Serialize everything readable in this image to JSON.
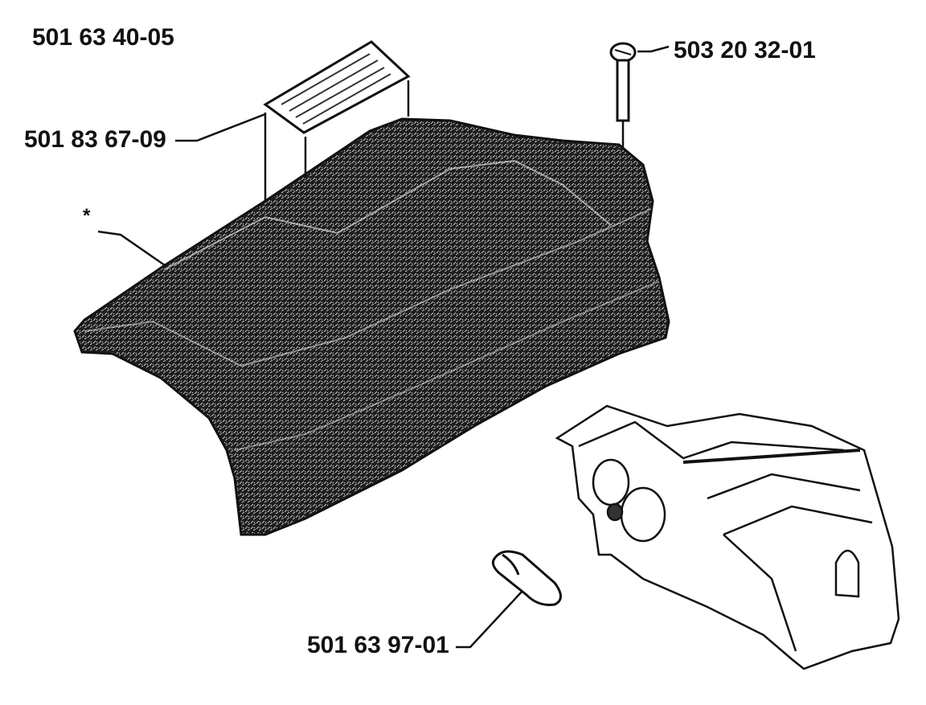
{
  "labels": {
    "assembly_part": "501 63 40-05",
    "decal_part": "501 83 67-09",
    "screw_part": "503 20 32-01",
    "plug_part": "501 63 97-01",
    "asterisk": "*"
  },
  "colors": {
    "ink": "#111111",
    "cover_fill": "#2b2b2b",
    "background": "#ffffff"
  }
}
